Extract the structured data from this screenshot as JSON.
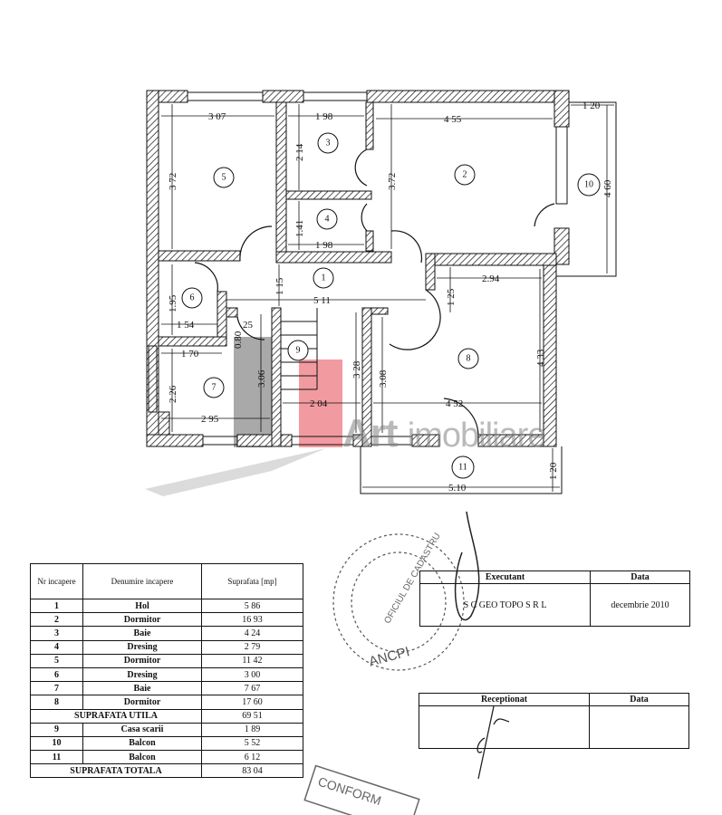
{
  "plan": {
    "room_numbers": [
      "1",
      "2",
      "3",
      "4",
      "5",
      "6",
      "7",
      "8",
      "9",
      "10",
      "11"
    ],
    "dimensions": [
      "3 07",
      "1 98",
      "4 55",
      "1 20",
      "3 72",
      "2 14",
      "3.72",
      "4 60",
      "1.41",
      "1 98",
      "1 15",
      "5 11",
      "2.94",
      "1 25",
      "1.95",
      "1 54",
      "25",
      "0.80",
      "1 70",
      "3.06",
      "3 28",
      "3.08",
      "4 33",
      "2.26",
      "2 04",
      "4 52",
      "2 95",
      "5.10",
      "1 20"
    ]
  },
  "watermark": {
    "brand_bold": "Art",
    "brand_light": "imobiliare"
  },
  "rooms_table": {
    "headers": [
      "Nr incapere",
      "Denumire incapere",
      "Suprafata [mp]"
    ],
    "rows": [
      {
        "nr": "1",
        "name": "Hol",
        "area": "5 86"
      },
      {
        "nr": "2",
        "name": "Dormitor",
        "area": "16 93"
      },
      {
        "nr": "3",
        "name": "Baie",
        "area": "4 24"
      },
      {
        "nr": "4",
        "name": "Dresing",
        "area": "2 79"
      },
      {
        "nr": "5",
        "name": "Dormitor",
        "area": "11 42"
      },
      {
        "nr": "6",
        "name": "Dresing",
        "area": "3 00"
      },
      {
        "nr": "7",
        "name": "Baie",
        "area": "7 67"
      },
      {
        "nr": "8",
        "name": "Dormitor",
        "area": "17 60"
      }
    ],
    "subtotal": {
      "label": "SUPRAFATA UTILA",
      "area": "69 51"
    },
    "rows2": [
      {
        "nr": "9",
        "name": "Casa scarii",
        "area": "1 89"
      },
      {
        "nr": "10",
        "name": "Balcon",
        "area": "5 52"
      },
      {
        "nr": "11",
        "name": "Balcon",
        "area": "6 12"
      }
    ],
    "total": {
      "label": "SUPRAFATA TOTALA",
      "area": "83 04"
    }
  },
  "executant_table": {
    "headers": [
      "Executant",
      "Data"
    ],
    "executant": "S C GEO TOPO S R L",
    "date": "decembrie 2010"
  },
  "receptionat_table": {
    "headers": [
      "Receptionat",
      "Data"
    ]
  },
  "stamps": {
    "ancpi": "ANCPI",
    "oficiul": "OFICIUL DE CADASTRU",
    "conform": "CONFORM"
  }
}
